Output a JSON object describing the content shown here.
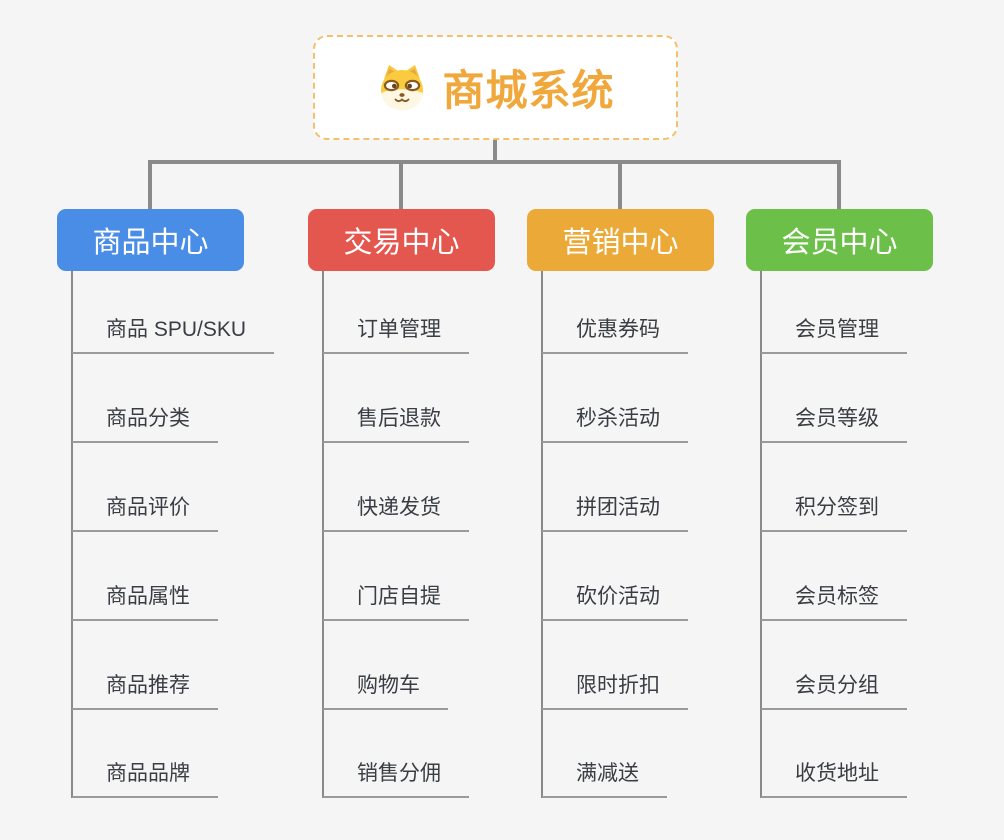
{
  "root": {
    "label": "商城系统",
    "icon": "shiba-dog-icon"
  },
  "branches": [
    {
      "label": "商品中心",
      "color": "#4a8de6",
      "items": [
        "商品 SPU/SKU",
        "商品分类",
        "商品评价",
        "商品属性",
        "商品推荐",
        "商品品牌"
      ]
    },
    {
      "label": "交易中心",
      "color": "#e4574f",
      "items": [
        "订单管理",
        "售后退款",
        "快递发货",
        "门店自提",
        "购物车",
        "销售分佣"
      ]
    },
    {
      "label": "营销中心",
      "color": "#eba938",
      "items": [
        "优惠券码",
        "秒杀活动",
        "拼团活动",
        "砍价活动",
        "限时折扣",
        "满减送"
      ]
    },
    {
      "label": "会员中心",
      "color": "#6cc04a",
      "items": [
        "会员管理",
        "会员等级",
        "积分签到",
        "会员标签",
        "会员分组",
        "收货地址"
      ]
    }
  ],
  "theme": {
    "background": "#f5f5f5",
    "root_text": "#f0a83c",
    "root_border": "#f4c06a",
    "connector": "#8a8a8a",
    "leaf_underline": "#9a9a9a",
    "leaf_text": "#3a3e44"
  }
}
